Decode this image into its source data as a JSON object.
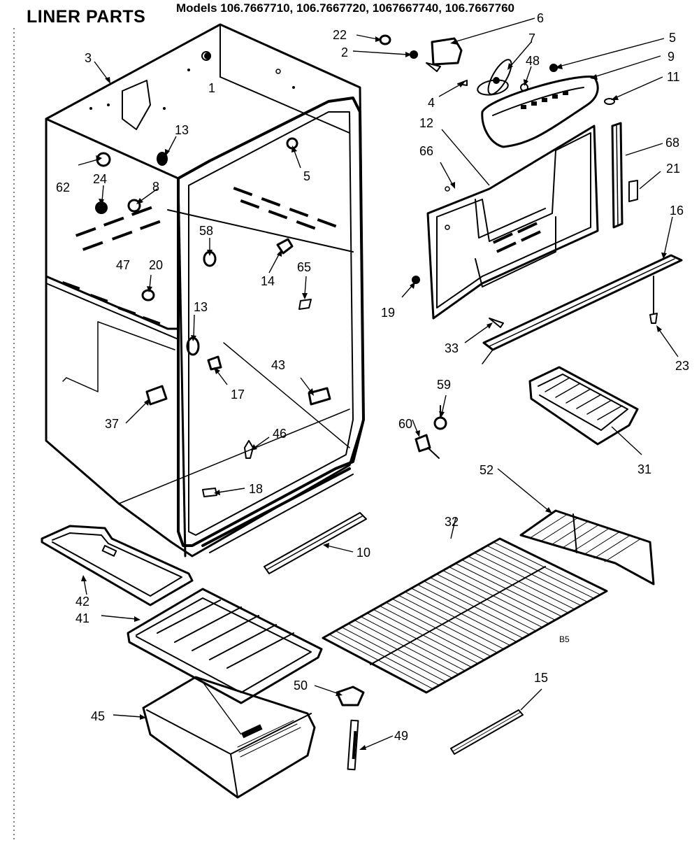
{
  "title": "LINER PARTS",
  "models": "Models 106.7667710, 106.7667720, 1067667740, 106.7667760",
  "code": "B5",
  "colors": {
    "ink": "#000000",
    "paper": "#ffffff"
  },
  "callouts": [
    {
      "id": "c-3",
      "text": "3"
    },
    {
      "id": "c-1",
      "text": "1"
    },
    {
      "id": "c-13a",
      "text": "13"
    },
    {
      "id": "c-62",
      "text": "62"
    },
    {
      "id": "c-24",
      "text": "24"
    },
    {
      "id": "c-8",
      "text": "8"
    },
    {
      "id": "c-5a",
      "text": "5"
    },
    {
      "id": "c-58",
      "text": "58"
    },
    {
      "id": "c-14",
      "text": "14"
    },
    {
      "id": "c-65",
      "text": "65"
    },
    {
      "id": "c-47",
      "text": "47"
    },
    {
      "id": "c-20",
      "text": "20"
    },
    {
      "id": "c-13b",
      "text": "13"
    },
    {
      "id": "c-17",
      "text": "17"
    },
    {
      "id": "c-43",
      "text": "43"
    },
    {
      "id": "c-37",
      "text": "37"
    },
    {
      "id": "c-46",
      "text": "46"
    },
    {
      "id": "c-18",
      "text": "18"
    },
    {
      "id": "c-22",
      "text": "22"
    },
    {
      "id": "c-2",
      "text": "2"
    },
    {
      "id": "c-6",
      "text": "6"
    },
    {
      "id": "c-7",
      "text": "7"
    },
    {
      "id": "c-48",
      "text": "48"
    },
    {
      "id": "c-5b",
      "text": "5"
    },
    {
      "id": "c-9",
      "text": "9"
    },
    {
      "id": "c-11",
      "text": "11"
    },
    {
      "id": "c-4",
      "text": "4"
    },
    {
      "id": "c-12",
      "text": "12"
    },
    {
      "id": "c-66",
      "text": "66"
    },
    {
      "id": "c-68",
      "text": "68"
    },
    {
      "id": "c-21",
      "text": "21"
    },
    {
      "id": "c-16",
      "text": "16"
    },
    {
      "id": "c-19",
      "text": "19"
    },
    {
      "id": "c-33",
      "text": "33"
    },
    {
      "id": "c-23",
      "text": "23"
    },
    {
      "id": "c-59",
      "text": "59"
    },
    {
      "id": "c-60",
      "text": "60"
    },
    {
      "id": "c-31",
      "text": "31"
    },
    {
      "id": "c-52",
      "text": "52"
    },
    {
      "id": "c-32",
      "text": "32"
    },
    {
      "id": "c-10",
      "text": "10"
    },
    {
      "id": "c-42",
      "text": "42"
    },
    {
      "id": "c-41",
      "text": "41"
    },
    {
      "id": "c-50",
      "text": "50"
    },
    {
      "id": "c-45",
      "text": "45"
    },
    {
      "id": "c-49",
      "text": "49"
    },
    {
      "id": "c-15",
      "text": "15"
    }
  ]
}
